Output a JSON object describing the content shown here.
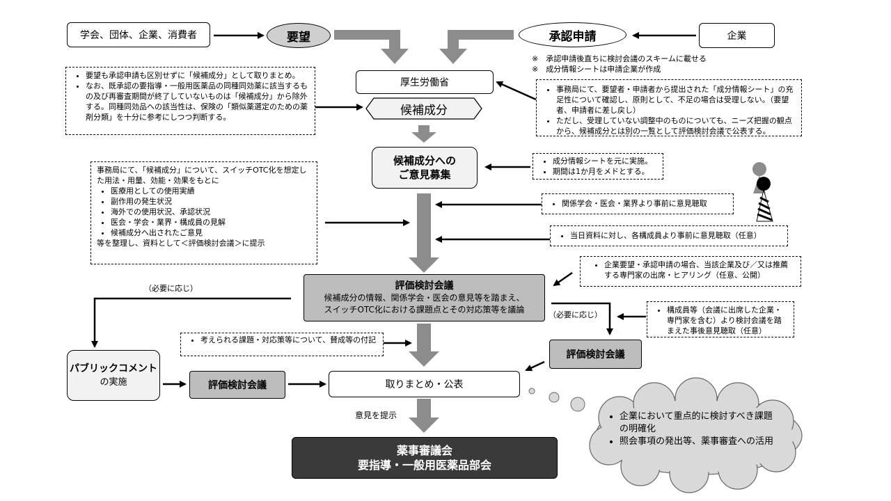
{
  "nodes": {
    "requesters": "学会、団体、企業、消費者",
    "request": "要望",
    "approval": "承認申請",
    "company": "企業",
    "mhlw": "厚生労働省",
    "candidate": "候補成分",
    "opinion_line1": "候補成分への",
    "opinion_line2": "ご意見募集",
    "eval_title": "評価検討会議",
    "eval_body_line1": "候補成分の情報、関係学会・医会の意見等を踏まえ、",
    "eval_body_line2": "スイッチOTC化における課題点とその対応策等を議論",
    "eval_right": "評価検討会議",
    "public_comment_title": "パブリックコメント",
    "public_comment_sub": "の実施",
    "eval_bottom": "評価検討会議",
    "summary": "取りまとめ・公表",
    "council_line1": "薬事審議会",
    "council_line2": "要指導・一般用医薬品部会"
  },
  "notes": {
    "approval_notes": [
      "※　承認申請後直ちに検討会議のスキームに載せる",
      "※　成分情報シートは申請企業が作成"
    ],
    "left_top": [
      "要望も承認申請も区別せずに「候補成分」として取りまとめ。",
      "なお、既承認の要指導・一般用医薬品の同種同効薬に該当するもの及び再審査期間が終了していないものは「候補成分」から除外する。同種同効品への該当性は、保険の「類似薬選定のための薬剤分類」を十分に参考にしつつ判断する。"
    ],
    "right_top": [
      "事務局にて、要望者・申請者から提出された「成分情報シート」の充足性について確認し、原則として、不足の場合は受理しない。（要望者、申請者に差し戻し）",
      "ただし、受理していない調整中のものについても、ニーズ把握の観点から、候補成分とは別の一覧として評価検討会議で公表する。"
    ],
    "opinion_notes": [
      "成分情報シートを元に実施。",
      "期間は1か月をメドとする。"
    ],
    "secretariat_intro": "事務局にて、「候補成分」について、スイッチOTC化を想定した用法・用量、効能・効果をもとに",
    "secretariat_items": [
      "医療用としての使用実績",
      "副作用の発生状況",
      "海外での使用状況、承認状況",
      "医会・学会・業界・構成員の見解",
      "候補成分へ出されたご意見"
    ],
    "secretariat_outro": "等を整理し、資料として＜評価検討会議＞に提示",
    "pre_hearing": "関係学会・医会・業界より事前に意見聴取",
    "day_hearing": "当日資料に対し、各構成員より事前に意見聴取（任意）",
    "company_hearing": "企業要望・承認申請の場合、当該企業及び／又は推薦する専門家の出席・ヒアリング（任意、公開）",
    "member_hearing": "構成員等（会議に出席した企業・専門家を含む）より検討会議を踏まえた事後意見聴取（任意）",
    "issues_note": "考えられる課題・対応策等について、賛成等の付記",
    "if_needed_left": "（必要に応じ）",
    "if_needed_right": "（必要に応じ）",
    "opinion_present": "意見を提示"
  },
  "cloud": [
    "企業において重点的に検討すべき課題の明確化",
    "照会事項の発出等、薬事審査への活用"
  ],
  "colors": {
    "arrow_gray": "#8c8c8c",
    "box_gray": "#bdbdbd",
    "dark": "#3a3a3a",
    "ellipse_gray": "#cfcfcf"
  }
}
